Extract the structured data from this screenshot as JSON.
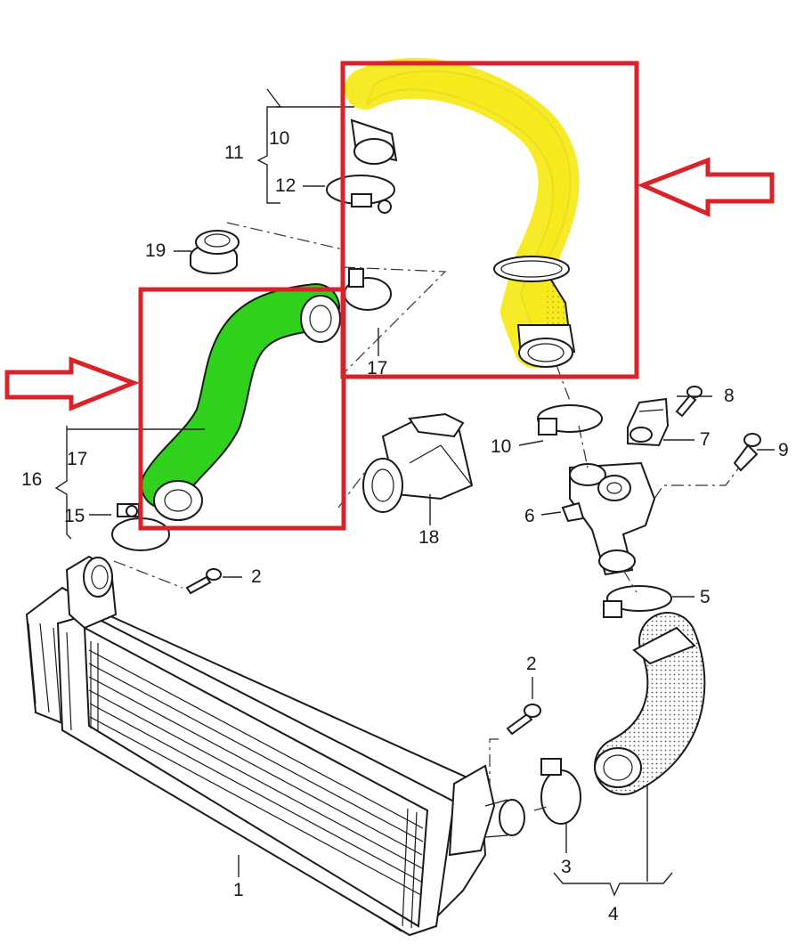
{
  "colors": {
    "highlight_box": "#d9232a",
    "hose_upper": "#f7ea1e",
    "hose_lower": "#2fd11c",
    "line": "#1a1a1a"
  },
  "callouts": {
    "intercooler": "1",
    "bolt_bottom": "2",
    "bolt_top": "2",
    "clamp_bottom": "3",
    "hose_right": "4",
    "clamp_right": "5",
    "clip_6": "6",
    "sensor_7": "7",
    "bolt_8": "8",
    "rivet_9": "9",
    "clamp_mid": "10",
    "hose_top_sub": "10",
    "group_11": "11",
    "clamp_top": "12",
    "clip_15": "15",
    "group_16": "16",
    "hose_left_sub": "17",
    "clamp_17": "17",
    "resonator_18": "18",
    "plug_19": "19"
  }
}
